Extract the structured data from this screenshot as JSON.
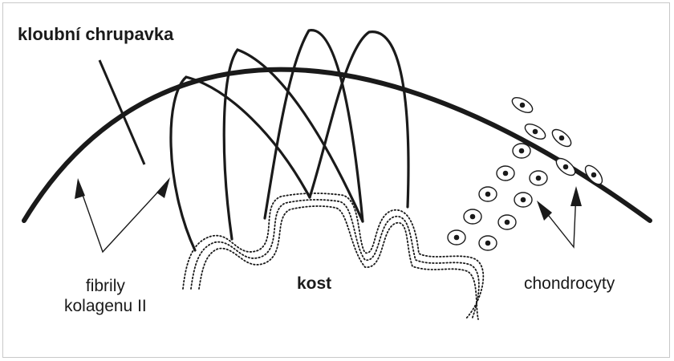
{
  "labels": {
    "cartilage": "kloubní chrupavka",
    "fibrils_line1": "fibrily",
    "fibrils_line2": "kolagenu II",
    "bone": "kost",
    "chondrocytes": "chondrocyty"
  },
  "colors": {
    "ink": "#1a1a1a",
    "frame": "#c8c8c8",
    "background": "#ffffff"
  }
}
